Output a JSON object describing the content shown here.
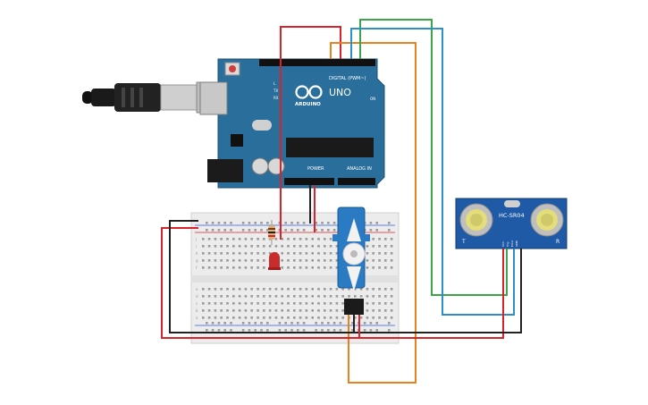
{
  "arduino": {
    "logo": "ARDUINO",
    "model": "UNO",
    "digital_label": "DIGITAL (PWM~)",
    "power_label": "POWER",
    "analog_label": "ANALOG IN",
    "tx_label": "TX",
    "rx_label": "RX",
    "l_label": "L",
    "on_label": "ON",
    "color": "#2a6f9b"
  },
  "sensor": {
    "model": "HC-SR04",
    "left_mark": "T",
    "right_mark": "R",
    "pins": [
      "VCC",
      "Trig",
      "Echo",
      "GND"
    ],
    "color": "#1f5aa6"
  },
  "breadboard": {
    "row_letters_top": [
      "j",
      "i",
      "h",
      "g",
      "f"
    ],
    "row_letters_bottom": [
      "e",
      "d",
      "c",
      "b",
      "a"
    ]
  },
  "wire_colors": {
    "red": "#d8232a",
    "black": "#222222",
    "orange": "#e8821e",
    "green": "#3aa648",
    "blue": "#2b8fc9"
  }
}
